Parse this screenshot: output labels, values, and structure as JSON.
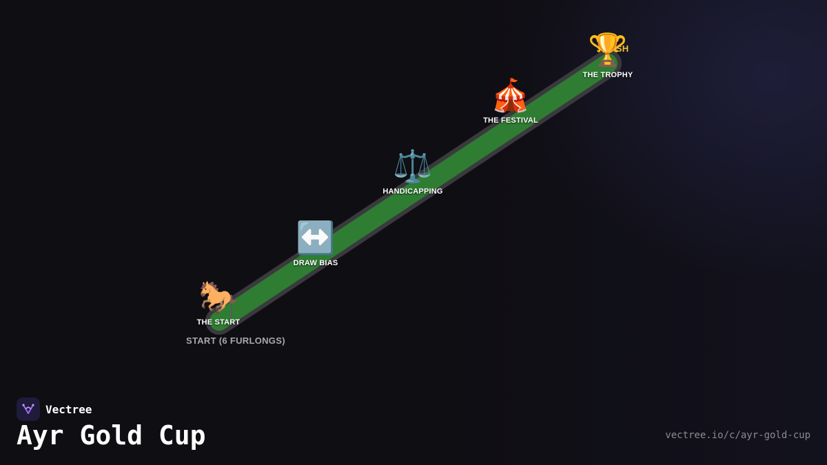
{
  "diagram": {
    "start_caption": "START (6 FURLONGS)",
    "finish_caption": "FINISH",
    "milestones": [
      {
        "emoji": "🐎",
        "label": "THE START"
      },
      {
        "emoji": "↔️",
        "label": "DRAW BIAS"
      },
      {
        "emoji": "⚖️",
        "label": "HANDICAPPING"
      },
      {
        "emoji": "🎪",
        "label": "THE FESTIVAL"
      },
      {
        "emoji": "🏆",
        "label": "THE TROPHY"
      }
    ],
    "colors": {
      "track": "#2f7d32",
      "track_border": "#3a3a3e",
      "finish": "#f2c33a"
    }
  },
  "brand": {
    "name": "Vectree",
    "logo_icon": "vectree-logo-icon"
  },
  "page": {
    "title": "Ayr Gold Cup",
    "url": "vectree.io/c/ayr-gold-cup"
  }
}
